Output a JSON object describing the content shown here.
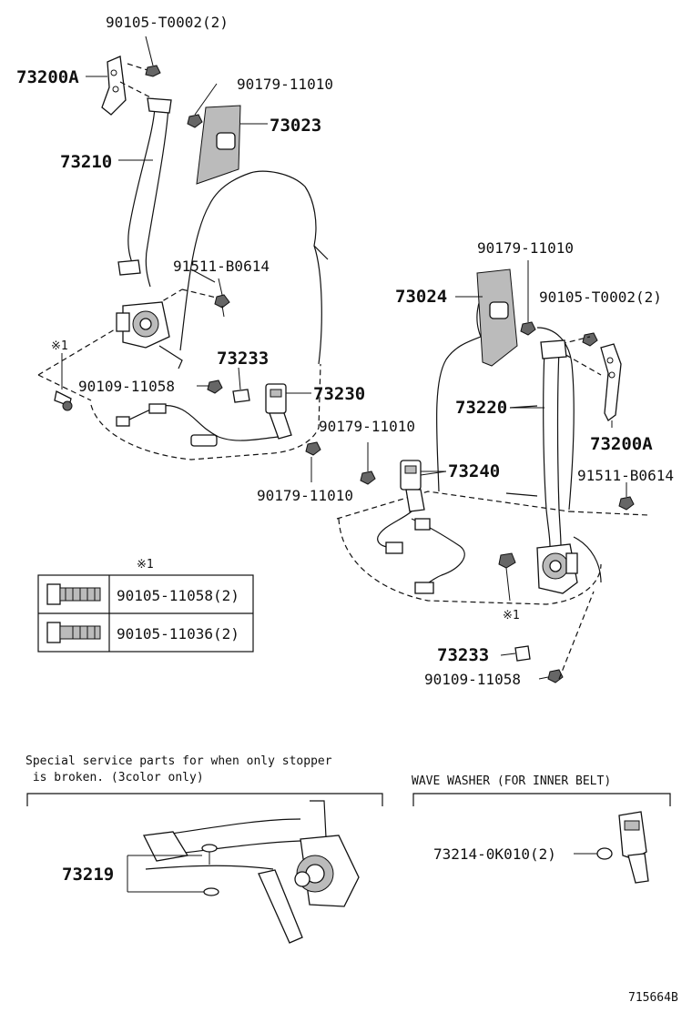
{
  "labels": {
    "l_90105_T0002_top": "90105-T0002(2)",
    "l_73200A_left": "73200A",
    "l_90179_top": "90179-11010",
    "l_73023": "73023",
    "l_73210": "73210",
    "l_91511_left": "91511-B0614",
    "l_mark1_left": "※1",
    "l_73233_left": "73233",
    "l_90109_left": "90109-11058",
    "l_73230": "73230",
    "l_90179_bottom_left": "90179-11010",
    "l_90179_right_top": "90179-11010",
    "l_73024": "73024",
    "l_90105_T0002_right": "90105-T0002(2)",
    "l_73220": "73220",
    "l_90179_mid": "90179-11010",
    "l_73200A_right": "73200A",
    "l_73240": "73240",
    "l_91511_right": "91511-B0614",
    "l_mark1_right": "※1",
    "l_73233_right": "73233",
    "l_90109_right": "90109-11058",
    "l_73219": "73219",
    "l_73214": "73214-0K010(2)"
  },
  "table": {
    "header": "※1",
    "rows": [
      "90105-11058(2)",
      "90105-11036(2)"
    ]
  },
  "notes": {
    "special_line1": "Special service parts for when only stopper",
    "special_line2": " is broken. (3color only)",
    "wave_washer": "WAVE WASHER (FOR INNER BELT)"
  },
  "diagram_id": "715664B"
}
